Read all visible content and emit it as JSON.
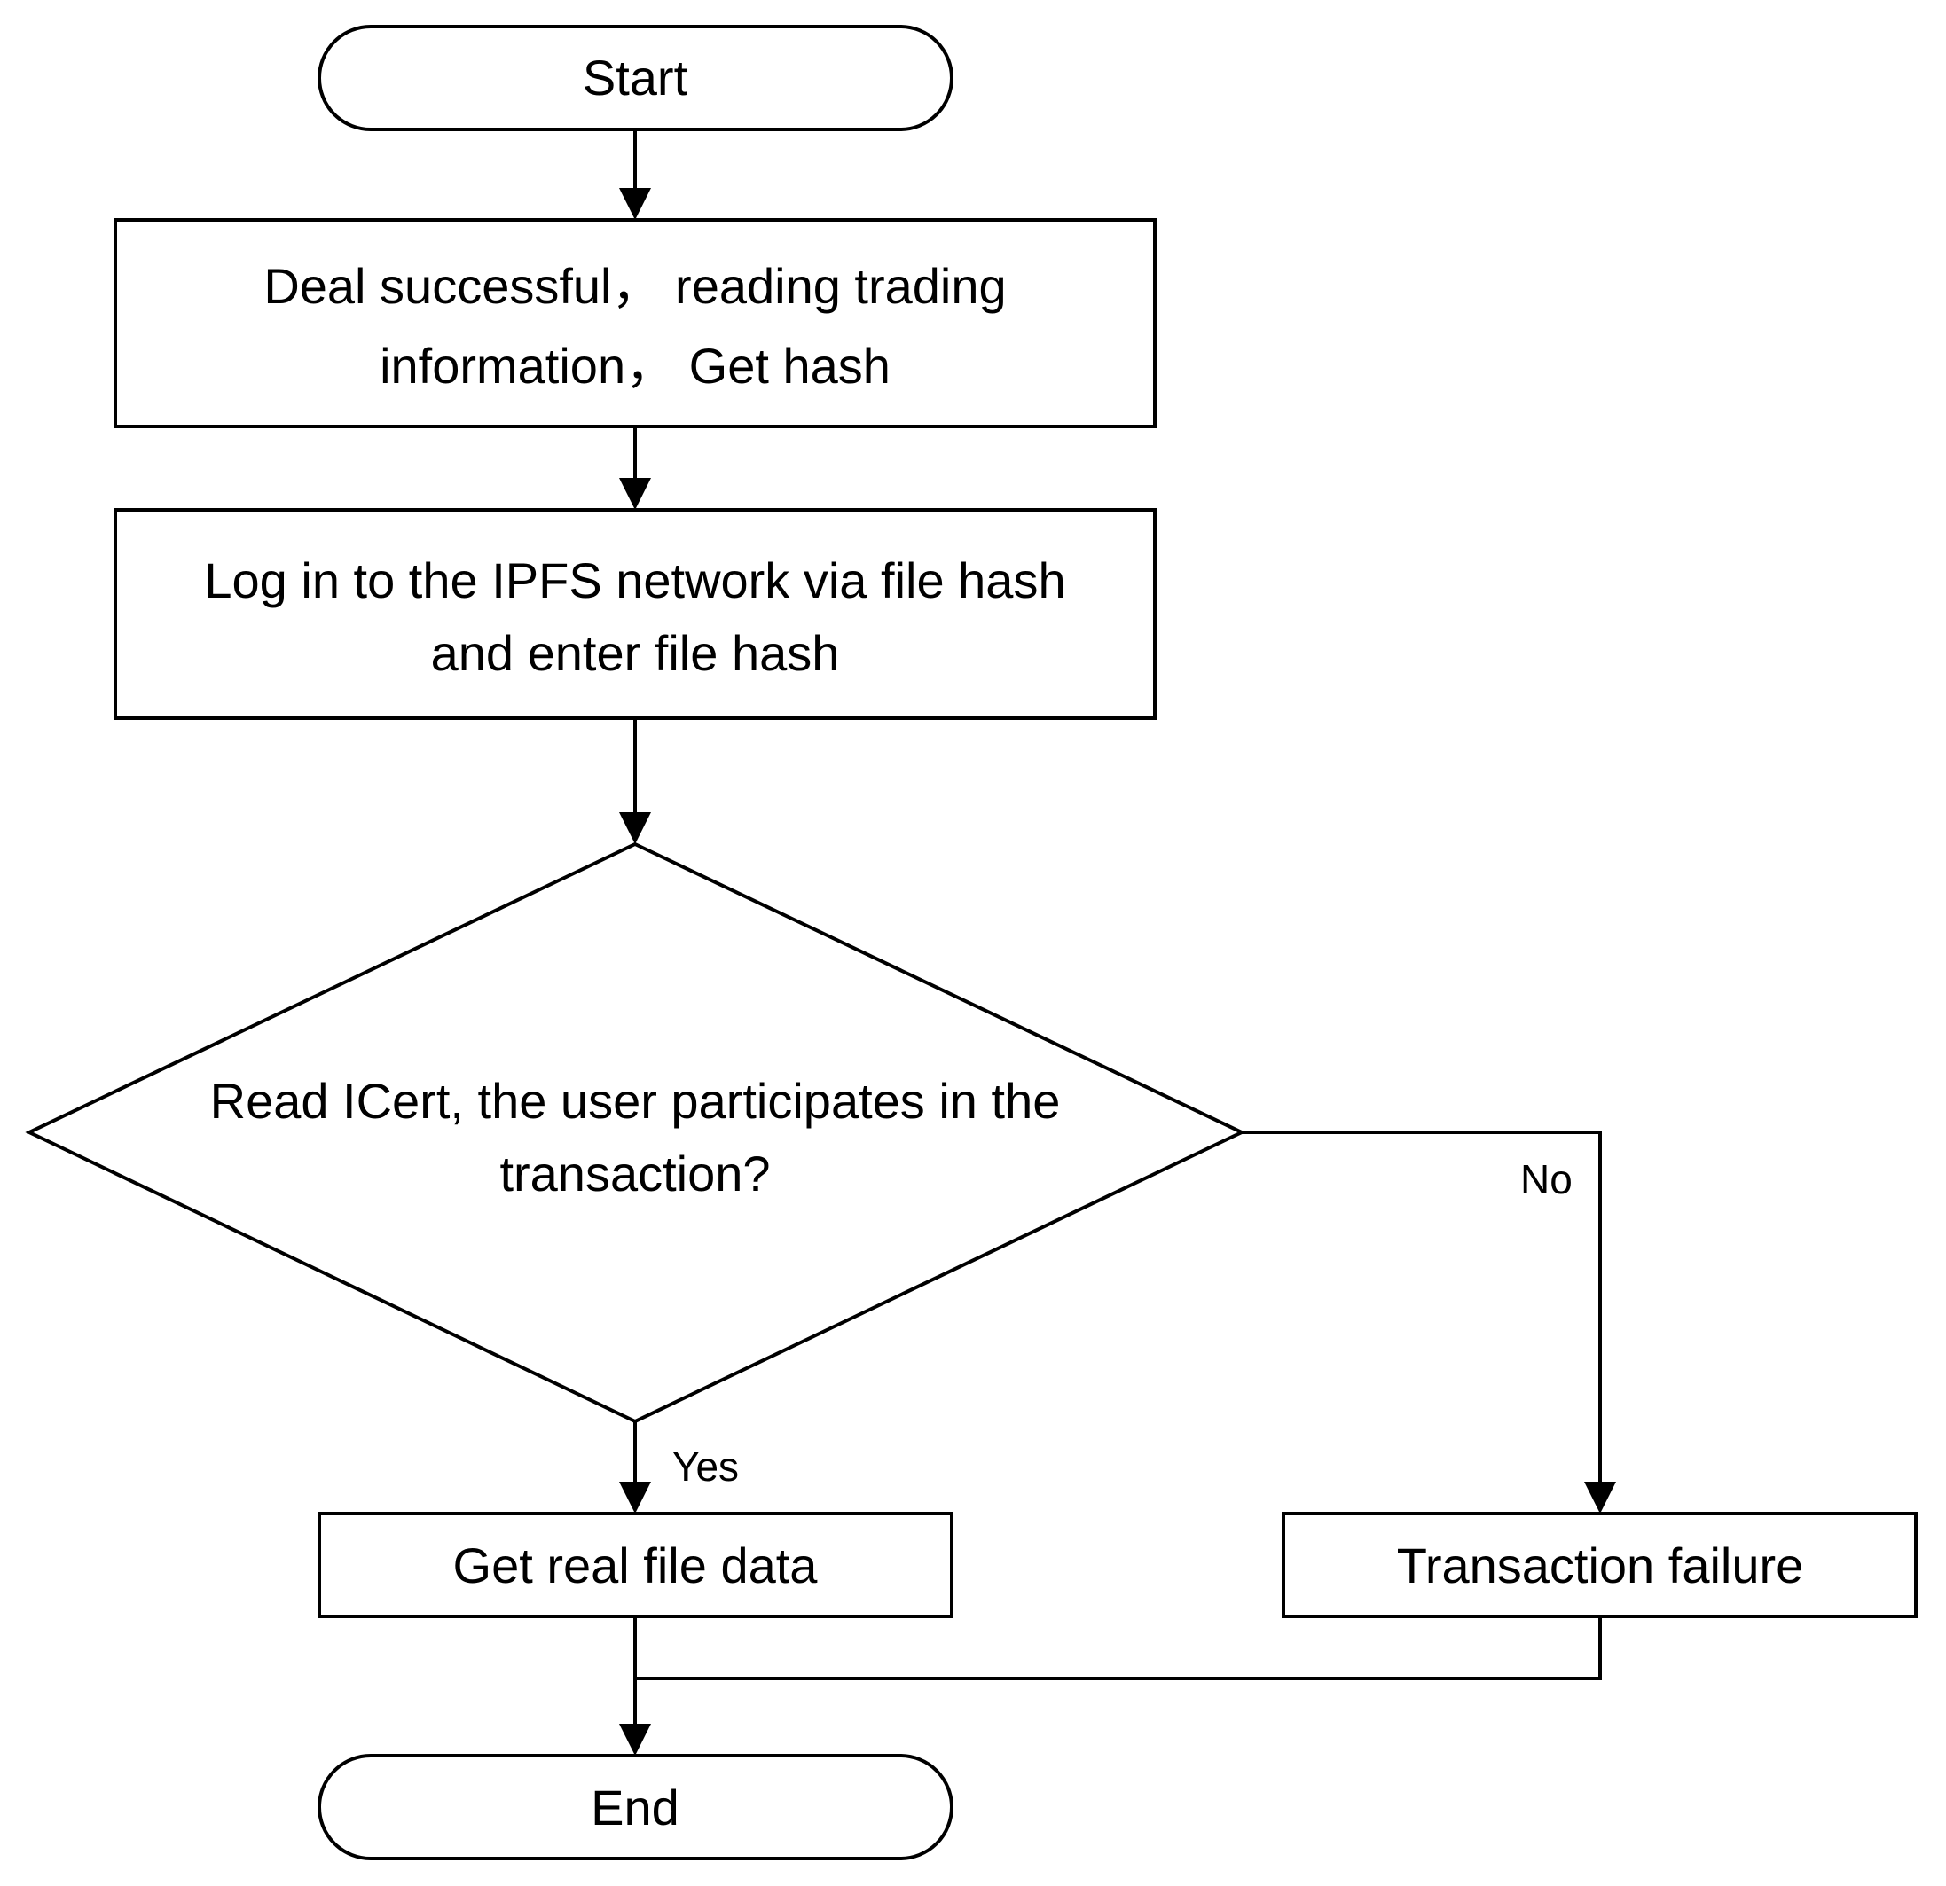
{
  "nodes": {
    "start": {
      "label": "Start"
    },
    "get_hash": {
      "line1": "Deal successful， reading trading",
      "line2": "information， Get hash"
    },
    "ipfs_login": {
      "line1": "Log in to the IPFS network via file hash",
      "line2": "and enter file hash"
    },
    "decision": {
      "line1": "Read ICert, the user participates in the",
      "line2": "transaction?"
    },
    "get_data": {
      "label": "Get real file data"
    },
    "failure": {
      "label": "Transaction failure"
    },
    "end": {
      "label": "End"
    }
  },
  "edges": {
    "yes_label": "Yes",
    "no_label": "No"
  },
  "colors": {
    "stroke": "#000000",
    "fill": "#ffffff",
    "text": "#000000"
  }
}
